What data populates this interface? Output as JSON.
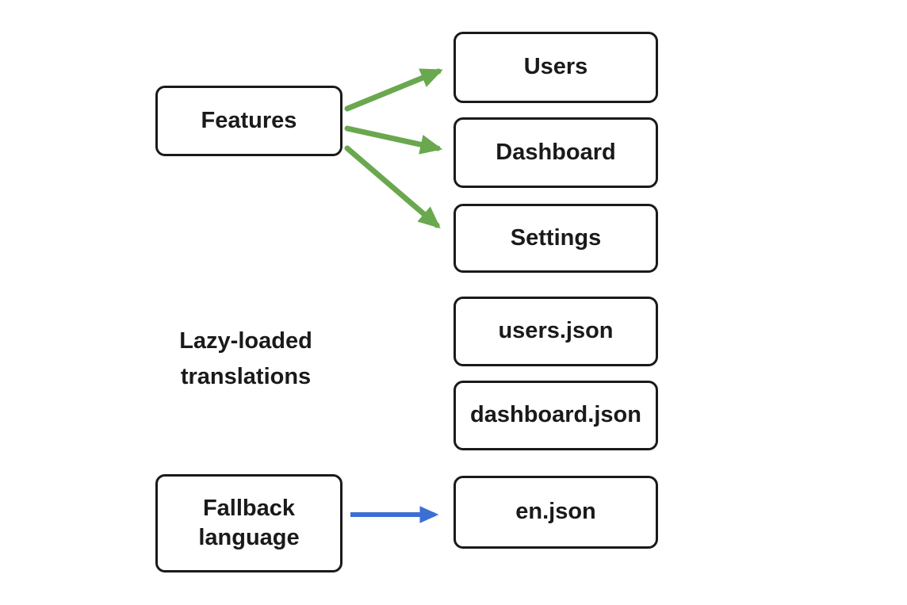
{
  "diagram": {
    "nodes": {
      "features": {
        "label": "Features"
      },
      "users": {
        "label": "Users"
      },
      "dashboard": {
        "label": "Dashboard"
      },
      "settings": {
        "label": "Settings"
      },
      "users_json": {
        "label": "users.json"
      },
      "dashboard_json": {
        "label": "dashboard.json"
      },
      "fallback": {
        "label": "Fallback language"
      },
      "en_json": {
        "label": "en.json"
      }
    },
    "floating_label": {
      "line1": "Lazy-loaded",
      "line2": "translations"
    },
    "edges": [
      {
        "from": "features",
        "to": "users",
        "color_name": "arrow_green"
      },
      {
        "from": "features",
        "to": "dashboard",
        "color_name": "arrow_green"
      },
      {
        "from": "features",
        "to": "settings",
        "color_name": "arrow_green"
      },
      {
        "from": "fallback",
        "to": "en_json",
        "color_name": "arrow_blue"
      }
    ],
    "colors": {
      "arrow_green": "#6aa84f",
      "arrow_blue": "#3b6fd4",
      "box_border": "#1a1a1a",
      "text": "#1a1a1a",
      "background": "#ffffff"
    }
  }
}
